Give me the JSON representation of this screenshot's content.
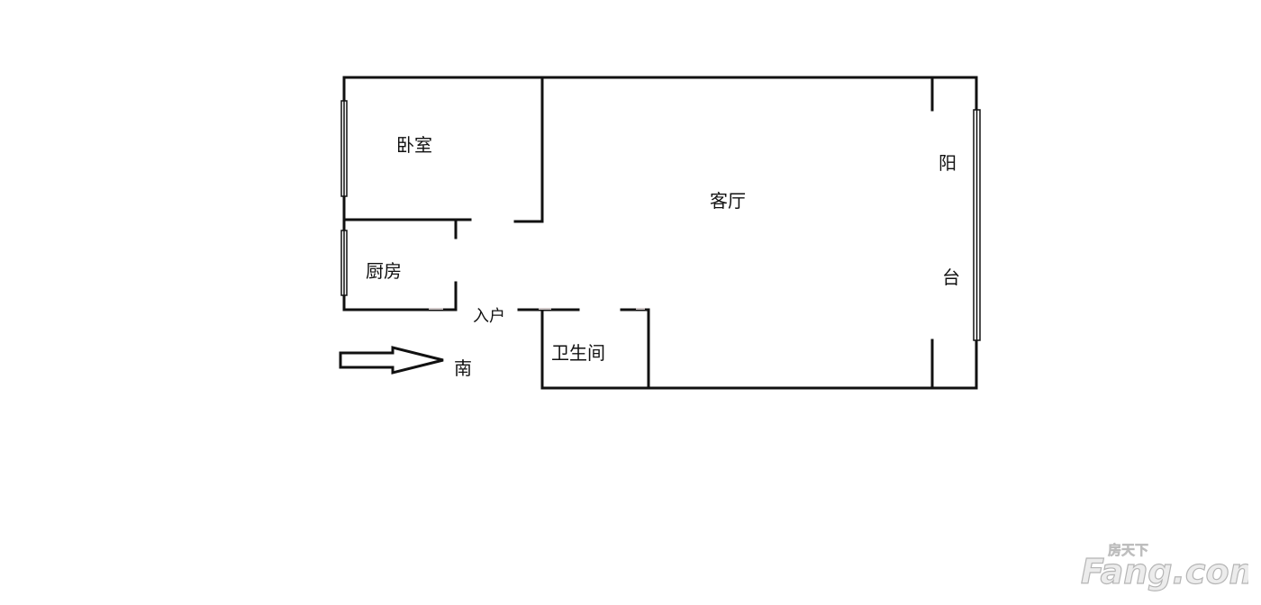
{
  "floorplan": {
    "rooms": {
      "bedroom": "卧室",
      "living_room": "客厅",
      "kitchen": "厨房",
      "bathroom": "卫生间",
      "balcony_char1": "阳",
      "balcony_char2": "台"
    },
    "entrance": "入户",
    "compass": {
      "direction": "南",
      "arrow_icon": "arrow-right-icon"
    }
  },
  "watermark": {
    "brand_cn": "房天下",
    "brand_en": "Fang.com"
  }
}
